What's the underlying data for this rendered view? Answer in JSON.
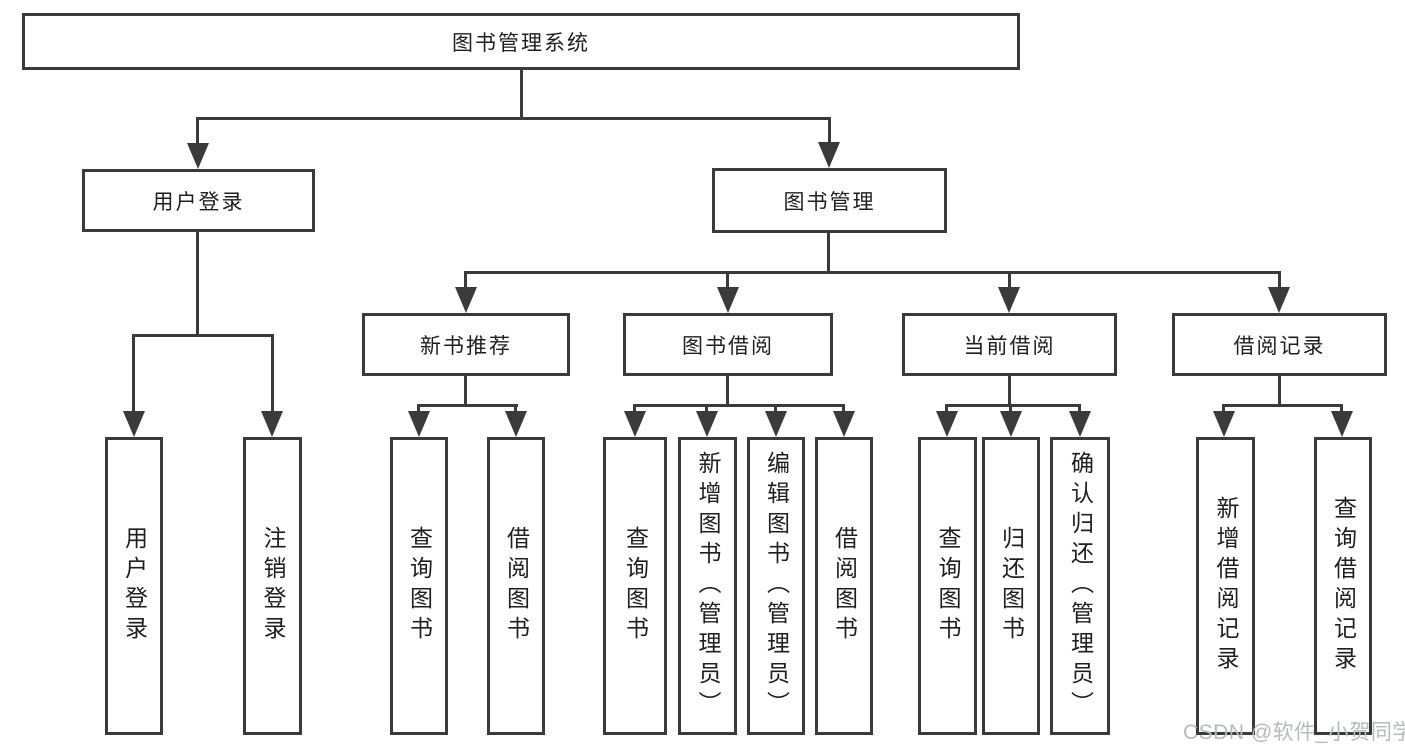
{
  "diagram": {
    "root": "图书管理系统",
    "level2": [
      {
        "label": "用户登录",
        "children": [
          "用户登录",
          "注销登录"
        ]
      },
      {
        "label": "图书管理"
      }
    ],
    "level3": [
      {
        "label": "新书推荐",
        "children": [
          "查询图书",
          "借阅图书"
        ]
      },
      {
        "label": "图书借阅",
        "children": [
          "查询图书",
          "新增图书（管理员）",
          "编辑图书（管理员）",
          "借阅图书"
        ]
      },
      {
        "label": "当前借阅",
        "children": [
          "查询图书",
          "归还图书",
          "确认归还（管理员）"
        ]
      },
      {
        "label": "借阅记录",
        "children": [
          "新增借阅记录",
          "查询借阅记录"
        ]
      }
    ]
  },
  "watermark": "CSDN @软件_小贺同学",
  "colors": {
    "line": "#3a3a3a",
    "background": "#ffffff",
    "watermark": "#b6bac1"
  }
}
